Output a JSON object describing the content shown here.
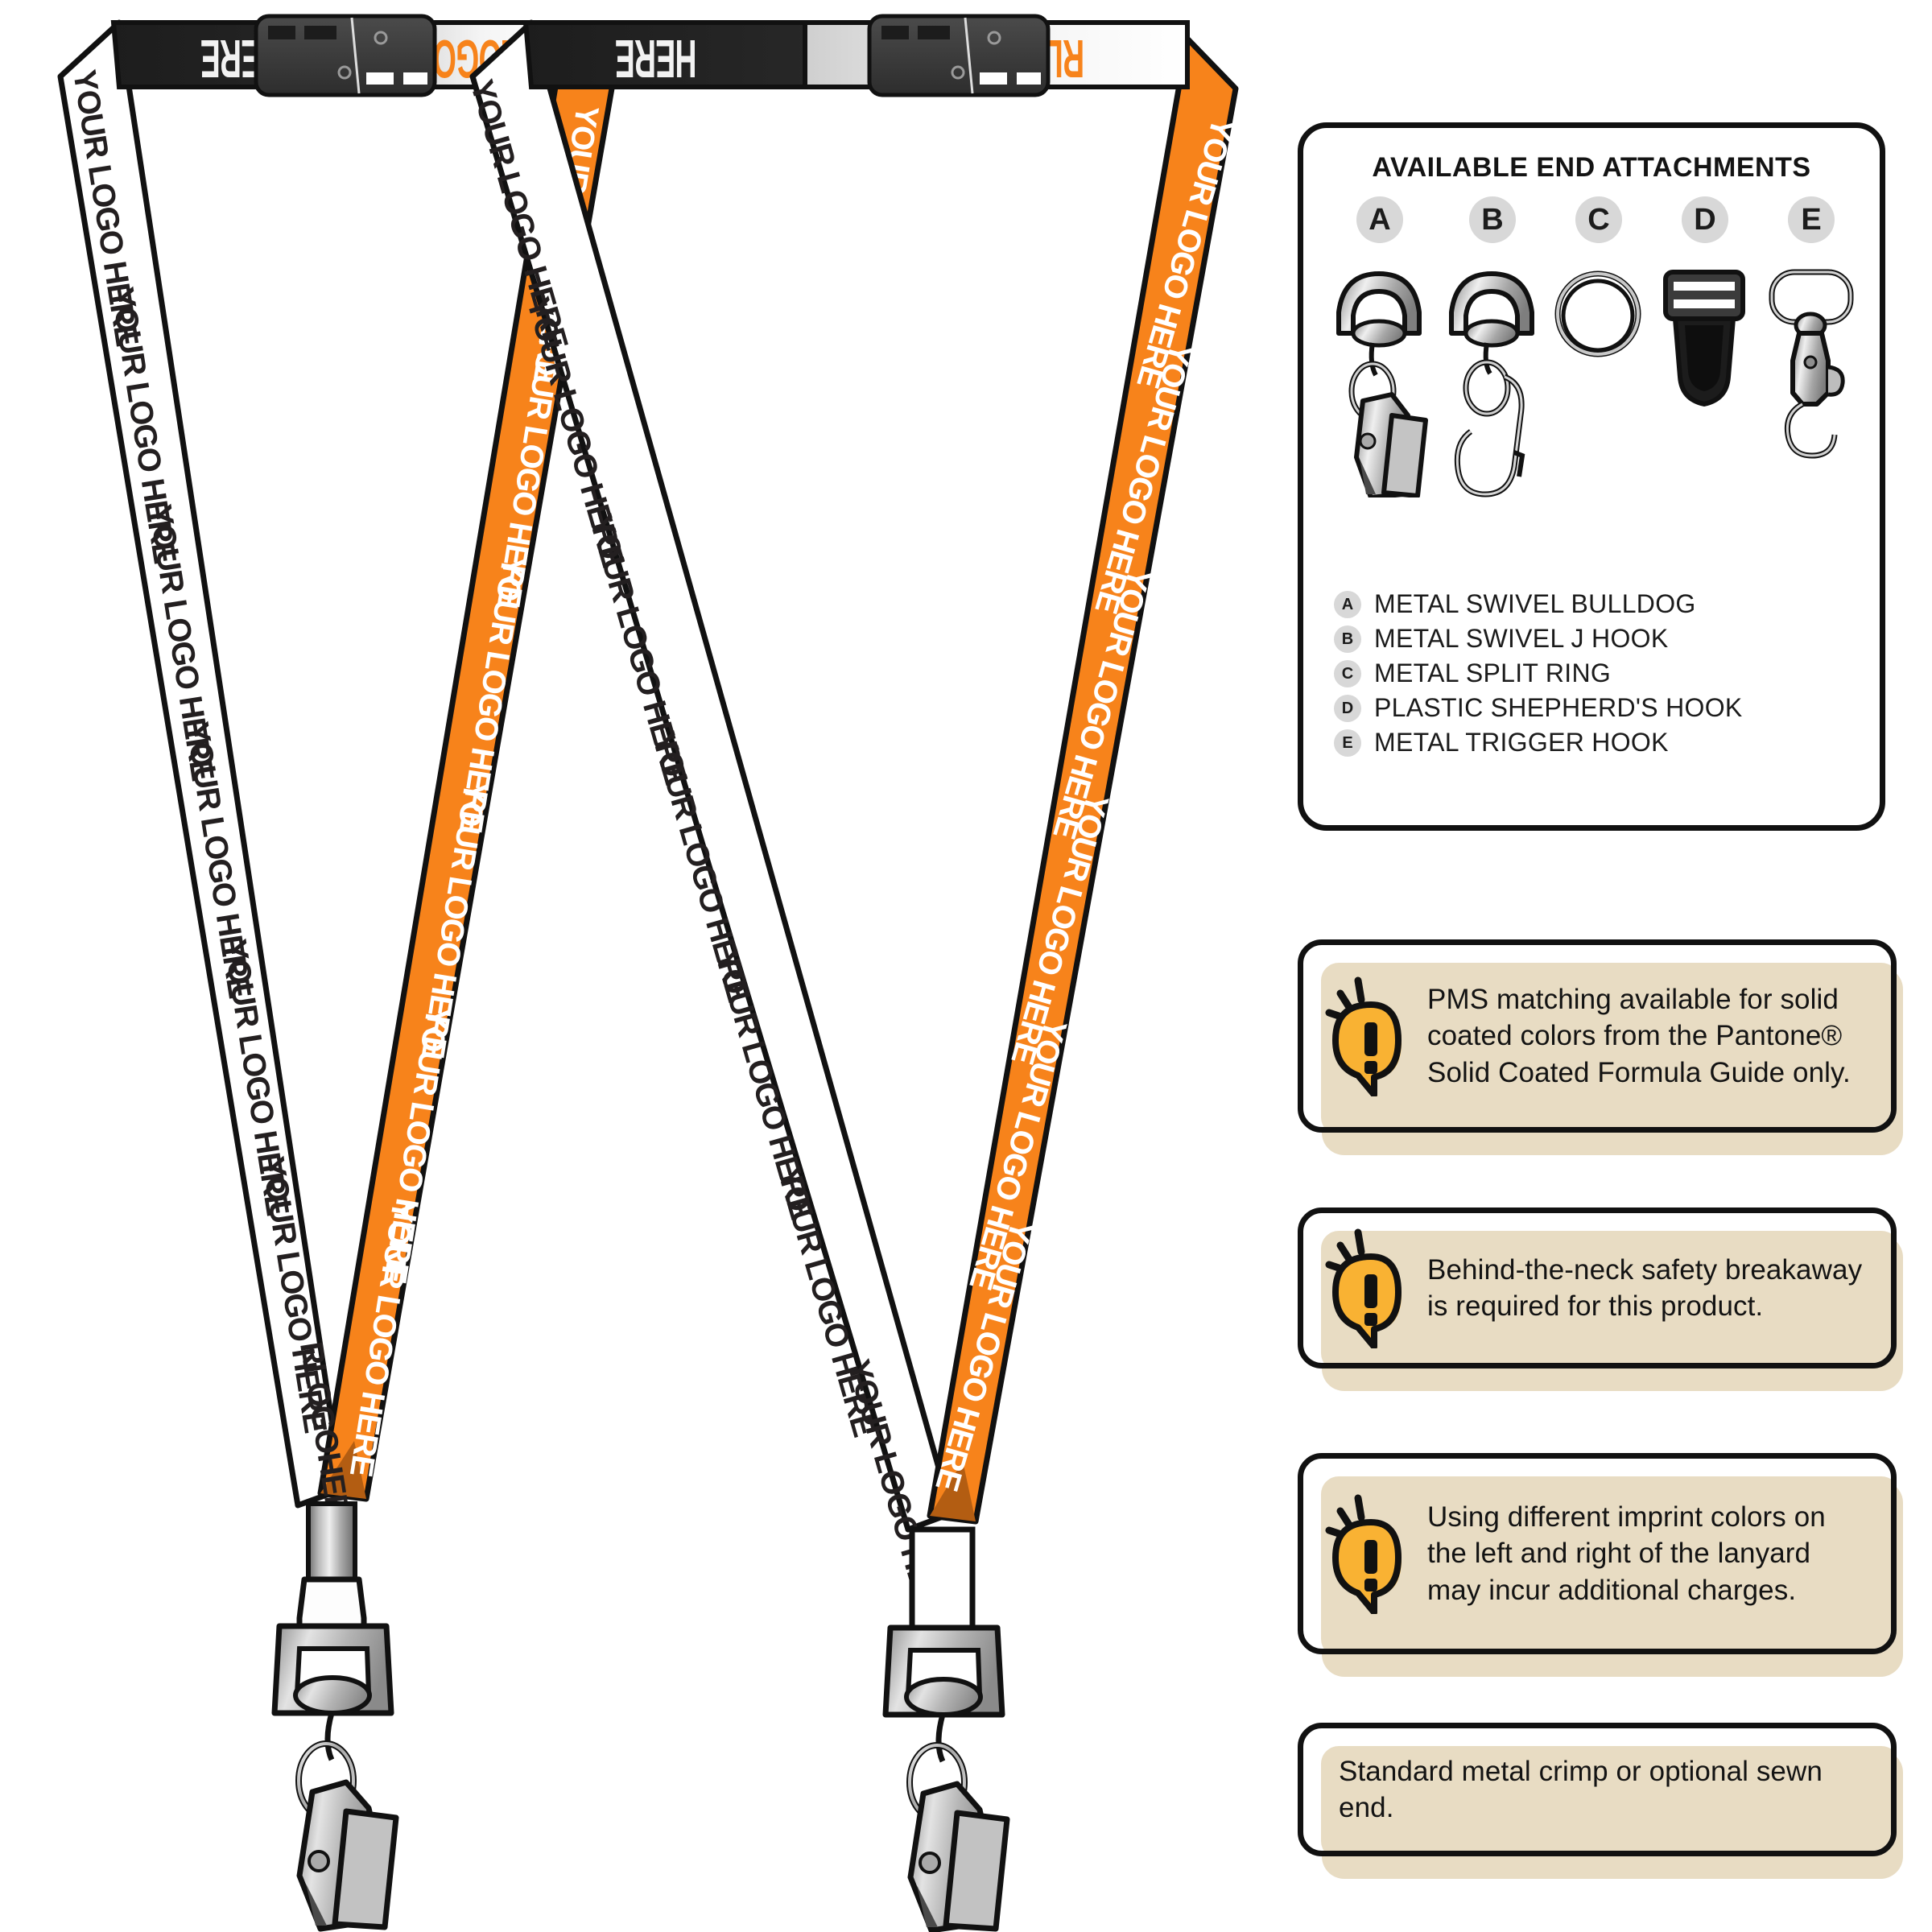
{
  "product": {
    "imprint_text": "YOUR LOGO HERE",
    "colors": {
      "imprint_orange": "#F7831B",
      "strap_white": "#FFFFFF",
      "strap_black": "#231F20",
      "buckle_dark": "#3A3A3A",
      "metal_light": "#D9D9D9",
      "metal_mid": "#9A9A9A",
      "metal_dark": "#6E6E6E",
      "note_beige": "#E8DCC3",
      "warning_yellow": "#F9B233",
      "outline_black": "#111111",
      "badge_grey": "#D8D8D8"
    },
    "lanyards": [
      {
        "name": "lanyard-left",
        "left_strap_color": "white",
        "right_strap_color": "orange",
        "left_imprint_color": "black",
        "right_imprint_color": "white",
        "top_band_color": "black",
        "top_band_imprint_color": "white",
        "end_style": "metal crimp",
        "imprint_repeats": 6
      },
      {
        "name": "lanyard-right",
        "left_strap_color": "white",
        "right_strap_color": "orange",
        "left_imprint_color": "black",
        "right_imprint_color": "white",
        "top_band_color": "black",
        "top_band_imprint_color": "white",
        "end_style": "sewn end",
        "imprint_repeats": 6
      }
    ]
  },
  "attachments_panel": {
    "title": "AVAILABLE END ATTACHMENTS",
    "items": [
      {
        "letter": "A",
        "label": "METAL SWIVEL BULLDOG",
        "icon": "metal-swivel-bulldog-icon"
      },
      {
        "letter": "B",
        "label": "METAL SWIVEL J HOOK",
        "icon": "metal-swivel-j-hook-icon"
      },
      {
        "letter": "C",
        "label": "METAL SPLIT RING",
        "icon": "metal-split-ring-icon"
      },
      {
        "letter": "D",
        "label": "PLASTIC SHEPHERD'S HOOK",
        "icon": "plastic-shepherds-hook-icon"
      },
      {
        "letter": "E",
        "label": "METAL TRIGGER HOOK",
        "icon": "metal-trigger-hook-icon"
      }
    ]
  },
  "notes": [
    {
      "id": "note-pms-matching",
      "has_icon": true,
      "icon": "warning-exclamation-icon",
      "text": "PMS matching available for solid coated colors from the Pantone® Solid Coated Formula Guide only."
    },
    {
      "id": "note-breakaway",
      "has_icon": true,
      "icon": "warning-exclamation-icon",
      "text": "Behind-the-neck safety breakaway is required for this product."
    },
    {
      "id": "note-imprint-colors",
      "has_icon": true,
      "icon": "warning-exclamation-icon",
      "text": "Using different imprint colors on the left and right of the lanyard may incur additional charges."
    },
    {
      "id": "note-crimp",
      "has_icon": false,
      "icon": "",
      "text": "Standard metal crimp or optional sewn end."
    }
  ]
}
